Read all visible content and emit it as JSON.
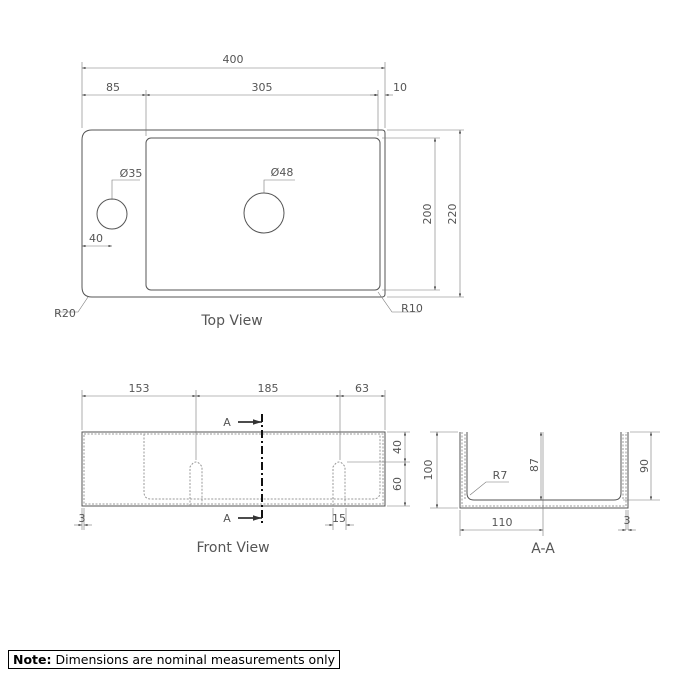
{
  "top_view": {
    "title": "Top View",
    "dims": {
      "overall_width": "400",
      "left_deck": "85",
      "basin_width": "305",
      "right_rim": "10",
      "tap_hole": "Ø35",
      "waste_hole": "Ø48",
      "tap_offset": "40",
      "basin_depth": "200",
      "overall_depth": "220",
      "corner_radius_outer": "R20",
      "corner_radius_inner": "R10"
    }
  },
  "front_view": {
    "title": "Front View",
    "dims": {
      "left": "153",
      "middle": "185",
      "right": "63",
      "top_height": "40",
      "bottom_height": "60",
      "wall": "3",
      "slot_width": "15"
    },
    "section_marker": "A"
  },
  "section_view": {
    "title": "A-A",
    "dims": {
      "height": "100",
      "inner_depth": "87",
      "depth": "90",
      "radius": "R7",
      "half_width": "110",
      "wall": "3"
    }
  },
  "note": {
    "label": "Note:",
    "text": "Dimensions are nominal measurements only"
  }
}
